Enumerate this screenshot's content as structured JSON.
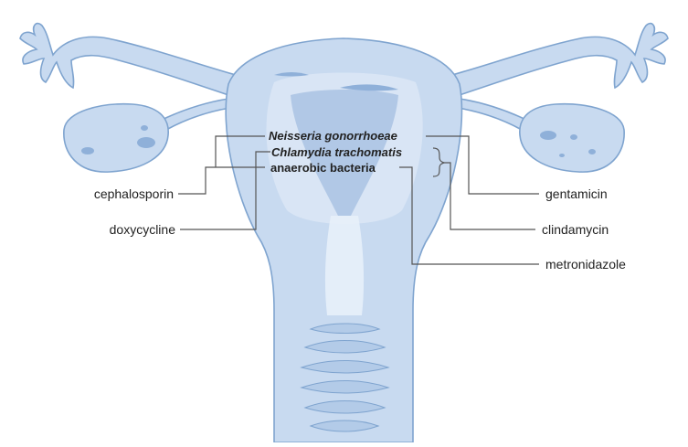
{
  "pathogens": {
    "neisseria": "Neisseria gonorrhoeae",
    "chlamydia": "Chlamydia trachomatis",
    "anaerobic": "anaerobic bacteria"
  },
  "antibiotics": {
    "cephalosporin": "cephalosporin",
    "doxycycline": "doxycycline",
    "gentamicin": "gentamicin",
    "clindamycin": "clindamycin",
    "metronidazole": "metronidazole"
  },
  "colors": {
    "organ_fill": "#c8daf0",
    "organ_outline": "#7fa4cf",
    "organ_highlight": "#e7eff9",
    "leader_line": "#555555",
    "text": "#222222"
  }
}
